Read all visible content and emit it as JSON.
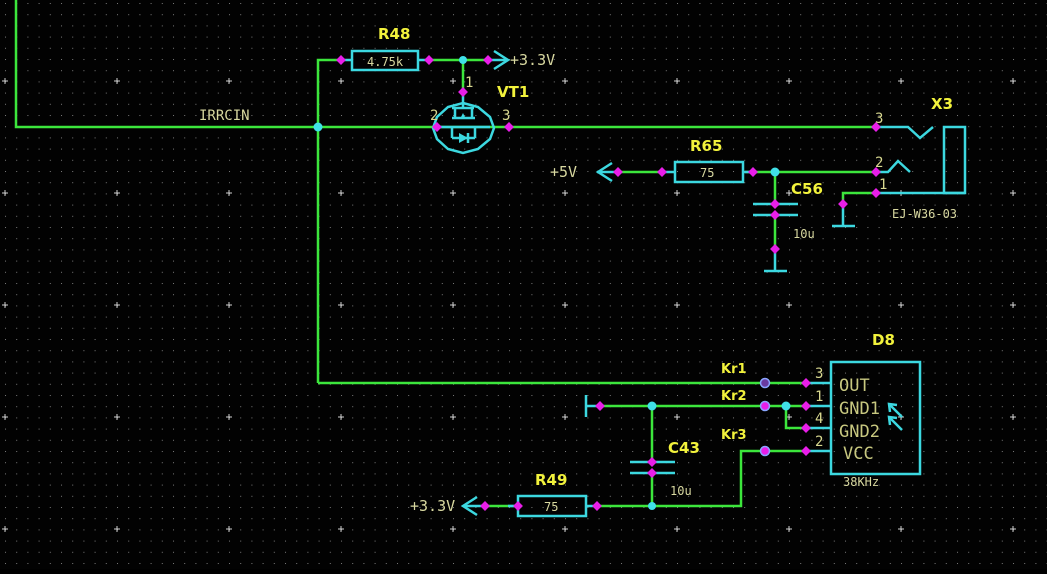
{
  "schematic": {
    "net_labels": [
      {
        "id": "irrcin",
        "text": "IRRCIN"
      }
    ],
    "power": {
      "p33_top": "+3.3V",
      "p5v": "+5V",
      "p33_bottom": "+3.3V"
    },
    "components": {
      "R48": {
        "ref": "R48",
        "value": "4.75k"
      },
      "VT1": {
        "ref": "VT1",
        "pins": [
          "1",
          "2",
          "3"
        ]
      },
      "R65": {
        "ref": "R65",
        "value": "75"
      },
      "C56": {
        "ref": "C56",
        "value": "10u"
      },
      "X3": {
        "ref": "X3",
        "value": "EJ-W36-03",
        "pins": [
          "3",
          "2",
          "1"
        ]
      },
      "D8": {
        "ref": "D8",
        "value": "38KHz",
        "pins": [
          {
            "num": "3",
            "name": "OUT"
          },
          {
            "num": "1",
            "name": "GND1"
          },
          {
            "num": "4",
            "name": "GND2"
          },
          {
            "num": "2",
            "name": "VCC"
          }
        ]
      },
      "C43": {
        "ref": "C43",
        "value": "10u"
      },
      "R49": {
        "ref": "R49",
        "value": "75"
      }
    },
    "ports": [
      "Kr1",
      "Kr2",
      "Kr3"
    ],
    "colors": {
      "background": "#020202",
      "wire": "#3ce63c",
      "symbol": "#3cd8e0",
      "pin_dot": "#e81ee8",
      "reference": "#f2f23c",
      "text": "#d8d8a0"
    }
  }
}
